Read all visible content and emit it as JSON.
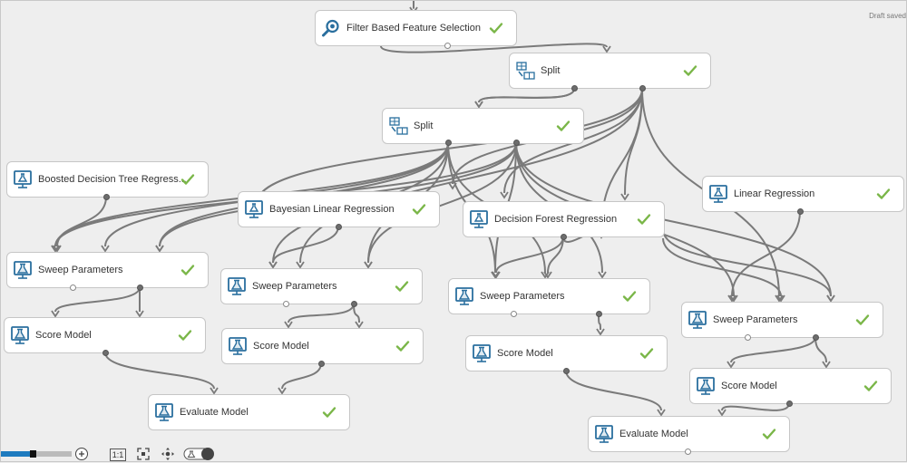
{
  "status": {
    "draft_text": "Draft saved"
  },
  "colors": {
    "check": "#7ab648",
    "icon": "#2a6f9e",
    "wire": "#7a7a7a",
    "zoom_fill": "#1e7bbf"
  },
  "nodes": [
    {
      "id": "filter",
      "label": "Filter Based Feature Selection",
      "icon": "magnifier-icon"
    },
    {
      "id": "split1",
      "label": "Split",
      "icon": "split-icon"
    },
    {
      "id": "split2",
      "label": "Split",
      "icon": "split-icon"
    },
    {
      "id": "bdtr",
      "label": "Boosted Decision Tree Regress...",
      "icon": "model-icon"
    },
    {
      "id": "blr",
      "label": "Bayesian Linear Regression",
      "icon": "model-icon"
    },
    {
      "id": "dfr",
      "label": "Decision Forest Regression",
      "icon": "model-icon"
    },
    {
      "id": "lr",
      "label": "Linear Regression",
      "icon": "model-icon"
    },
    {
      "id": "sweep1",
      "label": "Sweep Parameters",
      "icon": "flask-icon"
    },
    {
      "id": "sweep2",
      "label": "Sweep Parameters",
      "icon": "flask-icon"
    },
    {
      "id": "sweep3",
      "label": "Sweep Parameters",
      "icon": "flask-icon"
    },
    {
      "id": "sweep4",
      "label": "Sweep Parameters",
      "icon": "flask-icon"
    },
    {
      "id": "score1",
      "label": "Score Model",
      "icon": "flask-icon"
    },
    {
      "id": "score2",
      "label": "Score Model",
      "icon": "flask-icon"
    },
    {
      "id": "score3",
      "label": "Score Model",
      "icon": "flask-icon"
    },
    {
      "id": "score4",
      "label": "Score Model",
      "icon": "flask-icon"
    },
    {
      "id": "eval1",
      "label": "Evaluate Model",
      "icon": "flask-icon"
    },
    {
      "id": "eval2",
      "label": "Evaluate Model",
      "icon": "flask-icon"
    }
  ],
  "toolbar": {
    "zoom_level": 0.45,
    "actual_size_label": "1:1",
    "icons": [
      "zoom-in-icon",
      "fit-to-screen-icon",
      "pan-icon",
      "toggle-icon"
    ]
  }
}
